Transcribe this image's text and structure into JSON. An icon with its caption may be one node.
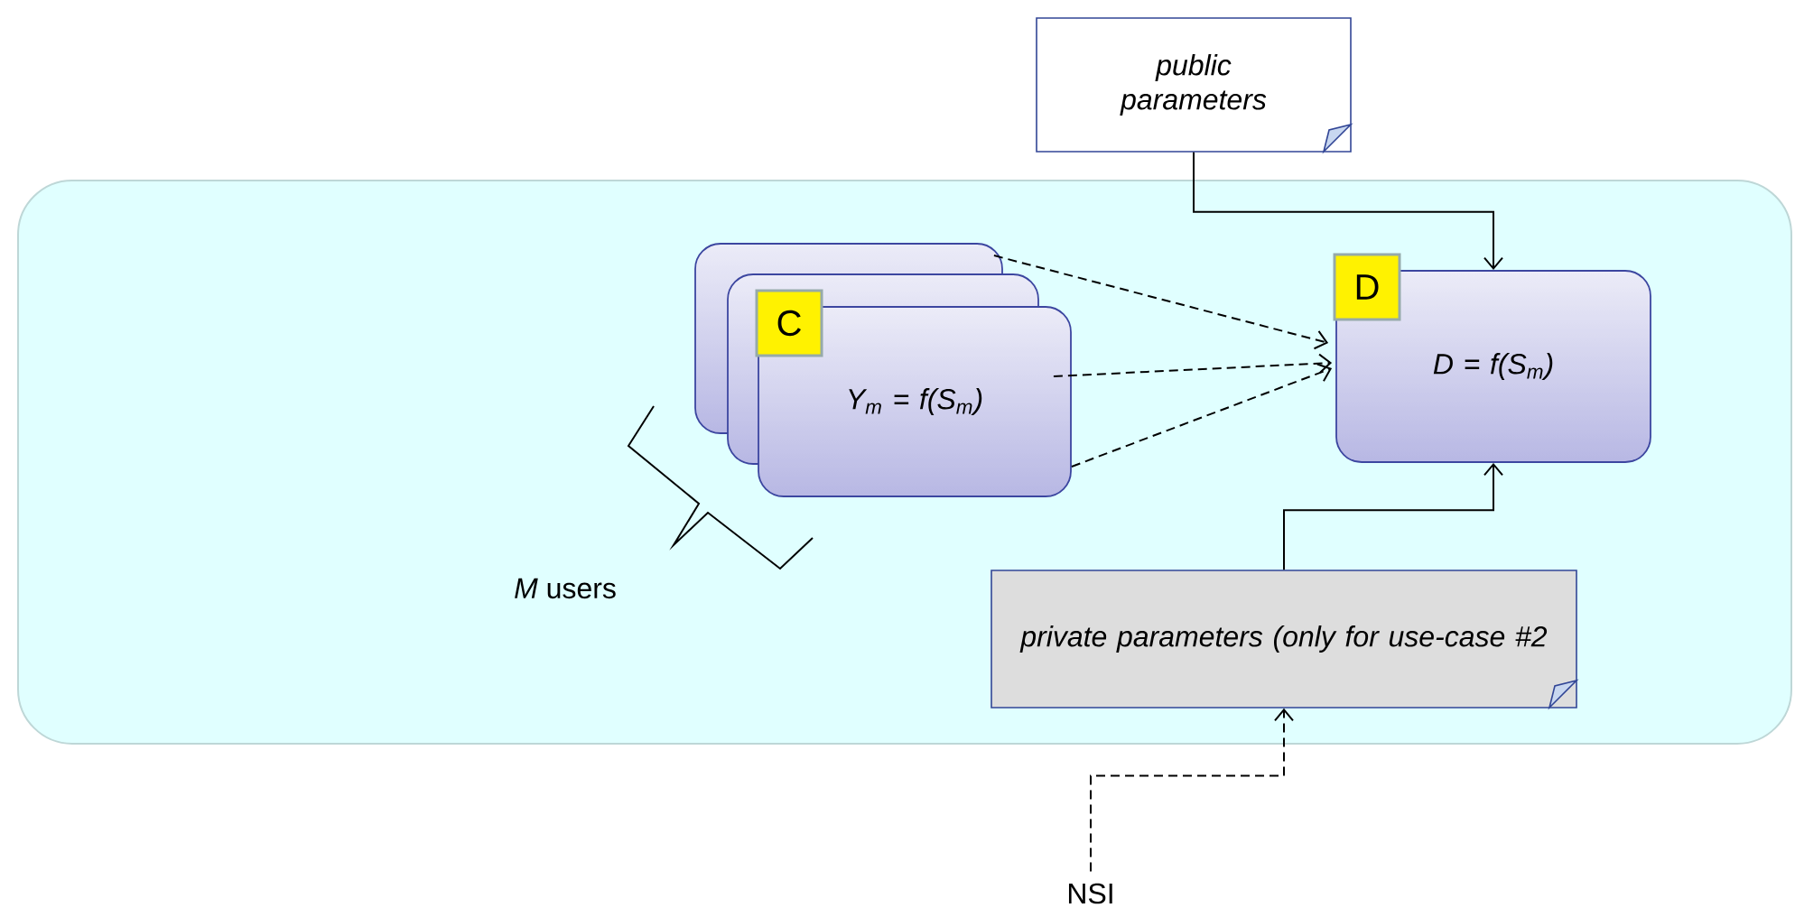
{
  "diagram": {
    "nodes": [
      {
        "text": [],
        "shape": "box"
      },
      {
        "text": [
          "public parameters"
        ]
      },
      {
        "text": [
          "C",
          "Y$_{m}$ = f(S$_{m}$)"
        ],
        "in": 0
      },
      {
        "text": [
          "D",
          "D = f(S$_{m}$)"
        ],
        "in": 0
      },
      {
        "text": [
          "private parameters (only for use-case #2"
        ],
        "in": 0
      },
      {
        "text": [
          "NSI"
        ]
      }
    ],
    "edges": [
      {
        "from": 2,
        "to": 3,
        "arrow": "to",
        "style": "dashed"
      },
      {
        "from": 2,
        "to": 3,
        "arrow": "to",
        "style": "dashed"
      },
      {
        "from": 2,
        "to": 3,
        "arrow": "to",
        "style": "dashed"
      },
      {
        "from": 1,
        "to": 3,
        "arrow": "to"
      },
      {
        "from": 4,
        "to": 3,
        "arrow": "to"
      },
      {
        "from": 5,
        "to": 4,
        "arrow": "to",
        "style": "dashed"
      }
    ],
    "labels": [
      "*M* users"
    ]
  }
}
